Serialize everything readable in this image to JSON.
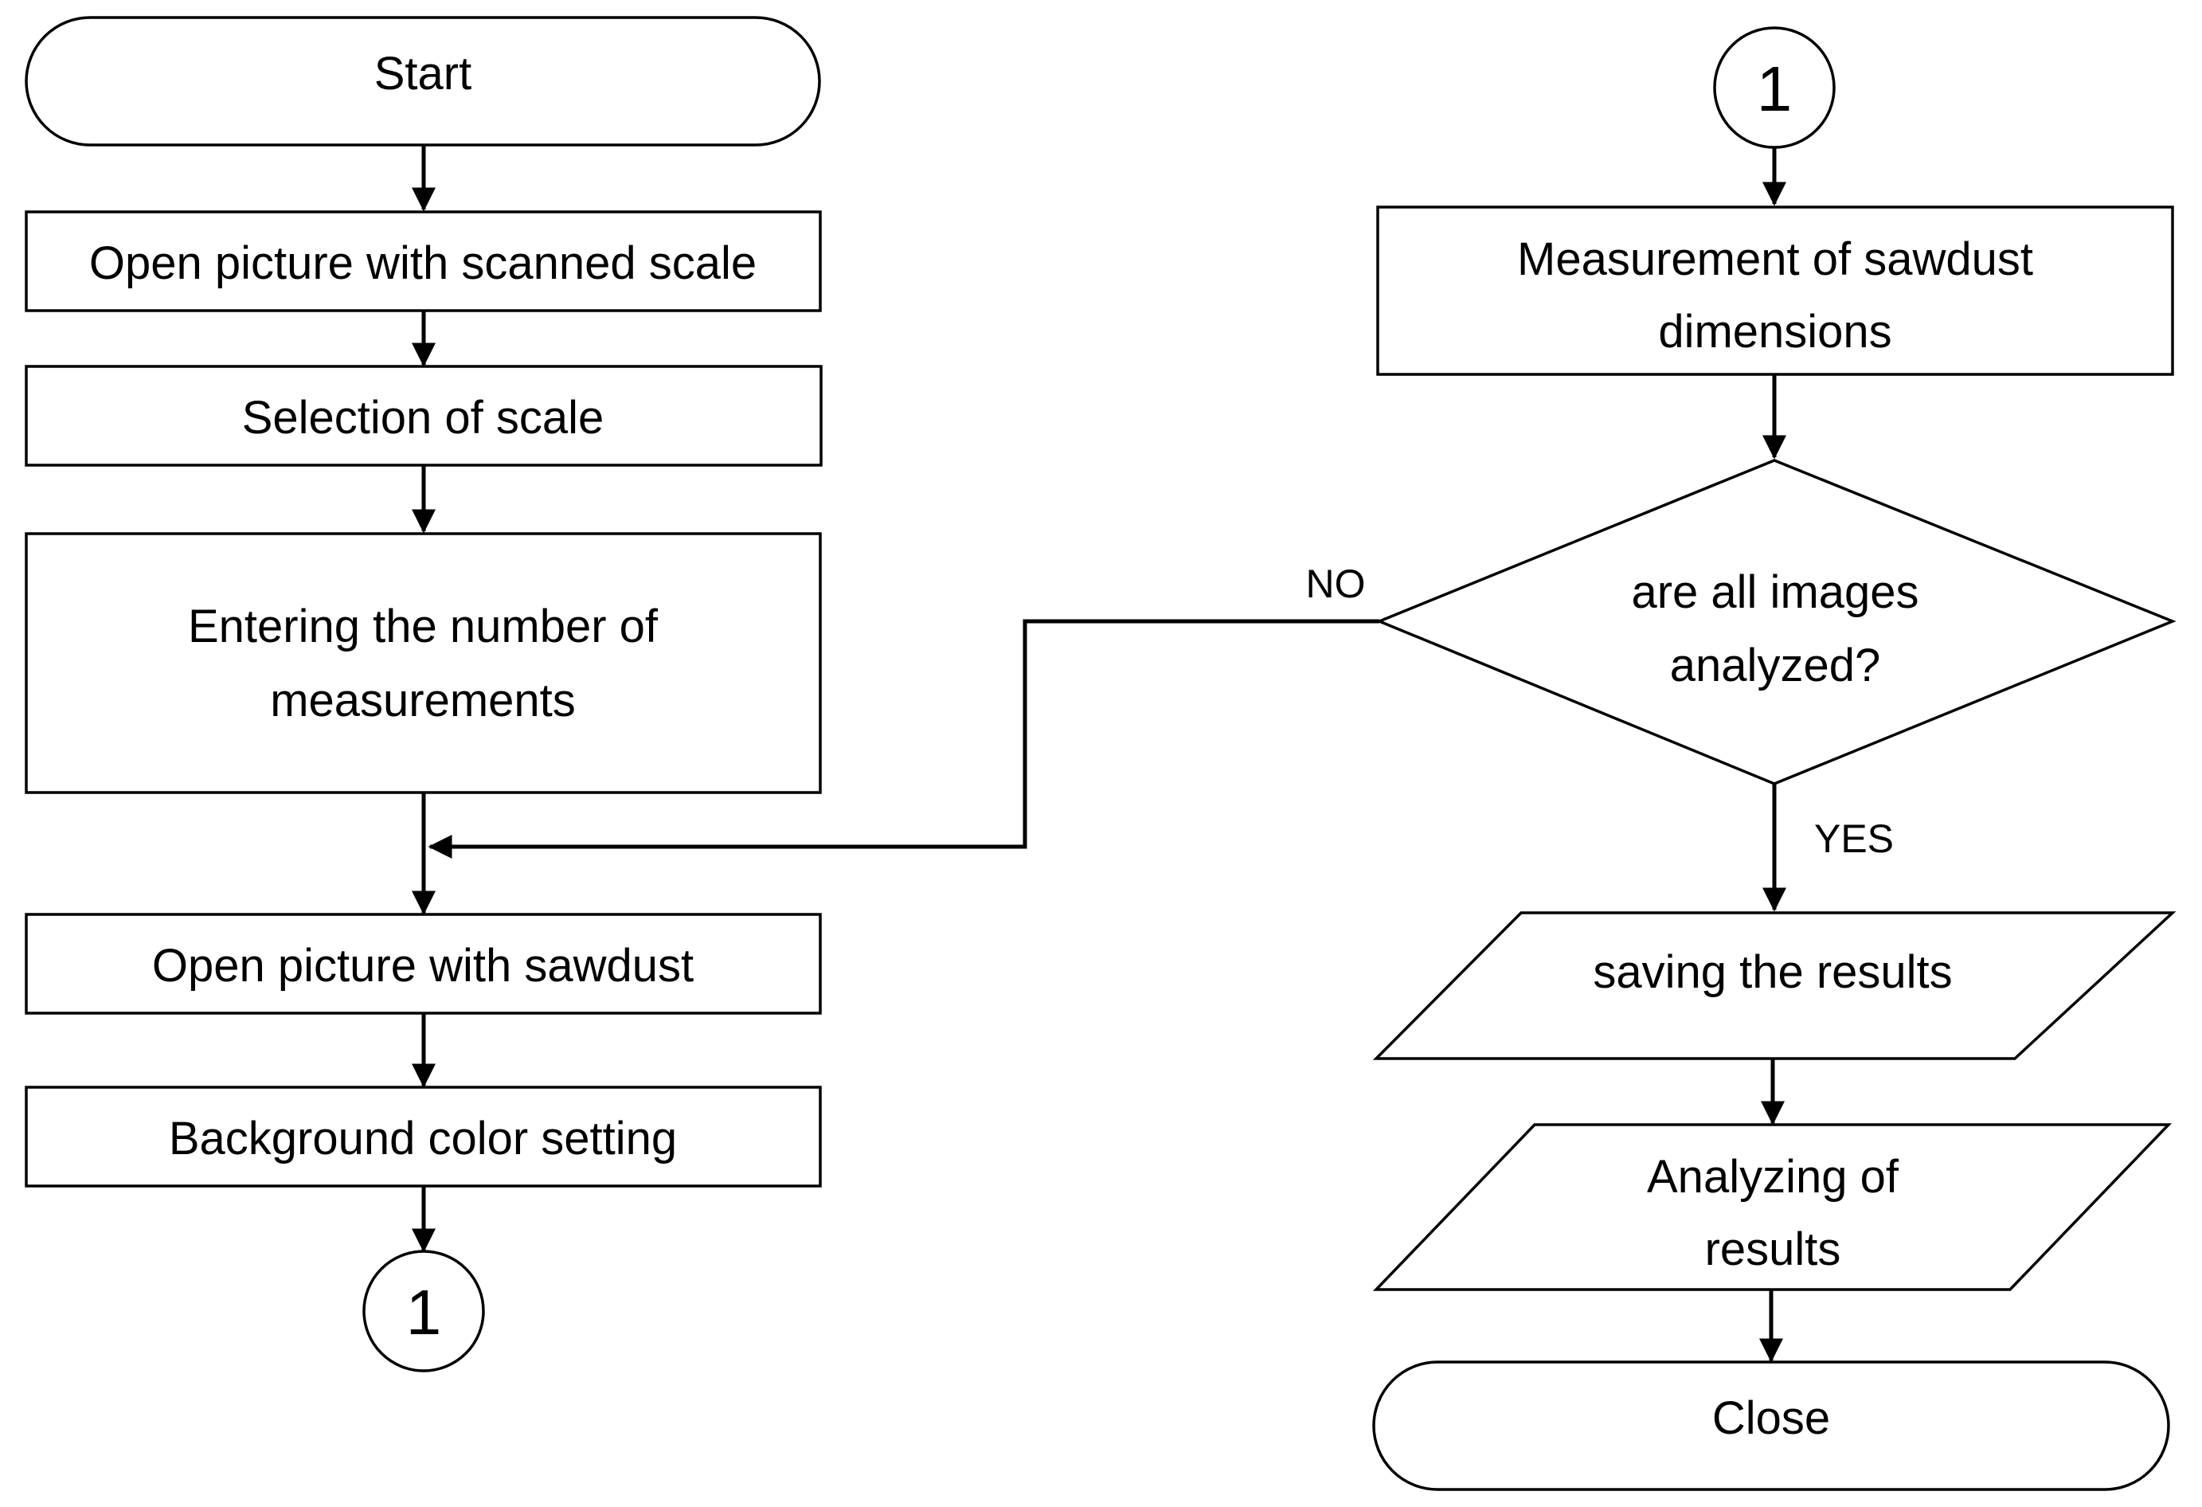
{
  "diagram": {
    "nodes": {
      "start": {
        "text": "Start"
      },
      "open_scale": {
        "text": "Open picture with scanned scale"
      },
      "select_scale": {
        "text": "Selection of scale"
      },
      "enter_number": {
        "line1": "Entering the number of",
        "line2": "measurements"
      },
      "open_sawdust": {
        "text": "Open picture with sawdust"
      },
      "bg_color": {
        "text": "Background color setting"
      },
      "connector_out": {
        "text": "1"
      },
      "connector_in": {
        "text": "1"
      },
      "measure": {
        "line1": "Measurement of sawdust",
        "line2": "dimensions"
      },
      "decision": {
        "line1": "are all images",
        "line2": "analyzed?"
      },
      "save": {
        "text": "saving the results"
      },
      "analyze": {
        "line1": "Analyzing of",
        "line2": "results"
      },
      "close": {
        "text": "Close"
      }
    },
    "branches": {
      "no": "NO",
      "yes": "YES"
    },
    "colors": {
      "stroke": "#000000",
      "fill": "#ffffff"
    }
  }
}
